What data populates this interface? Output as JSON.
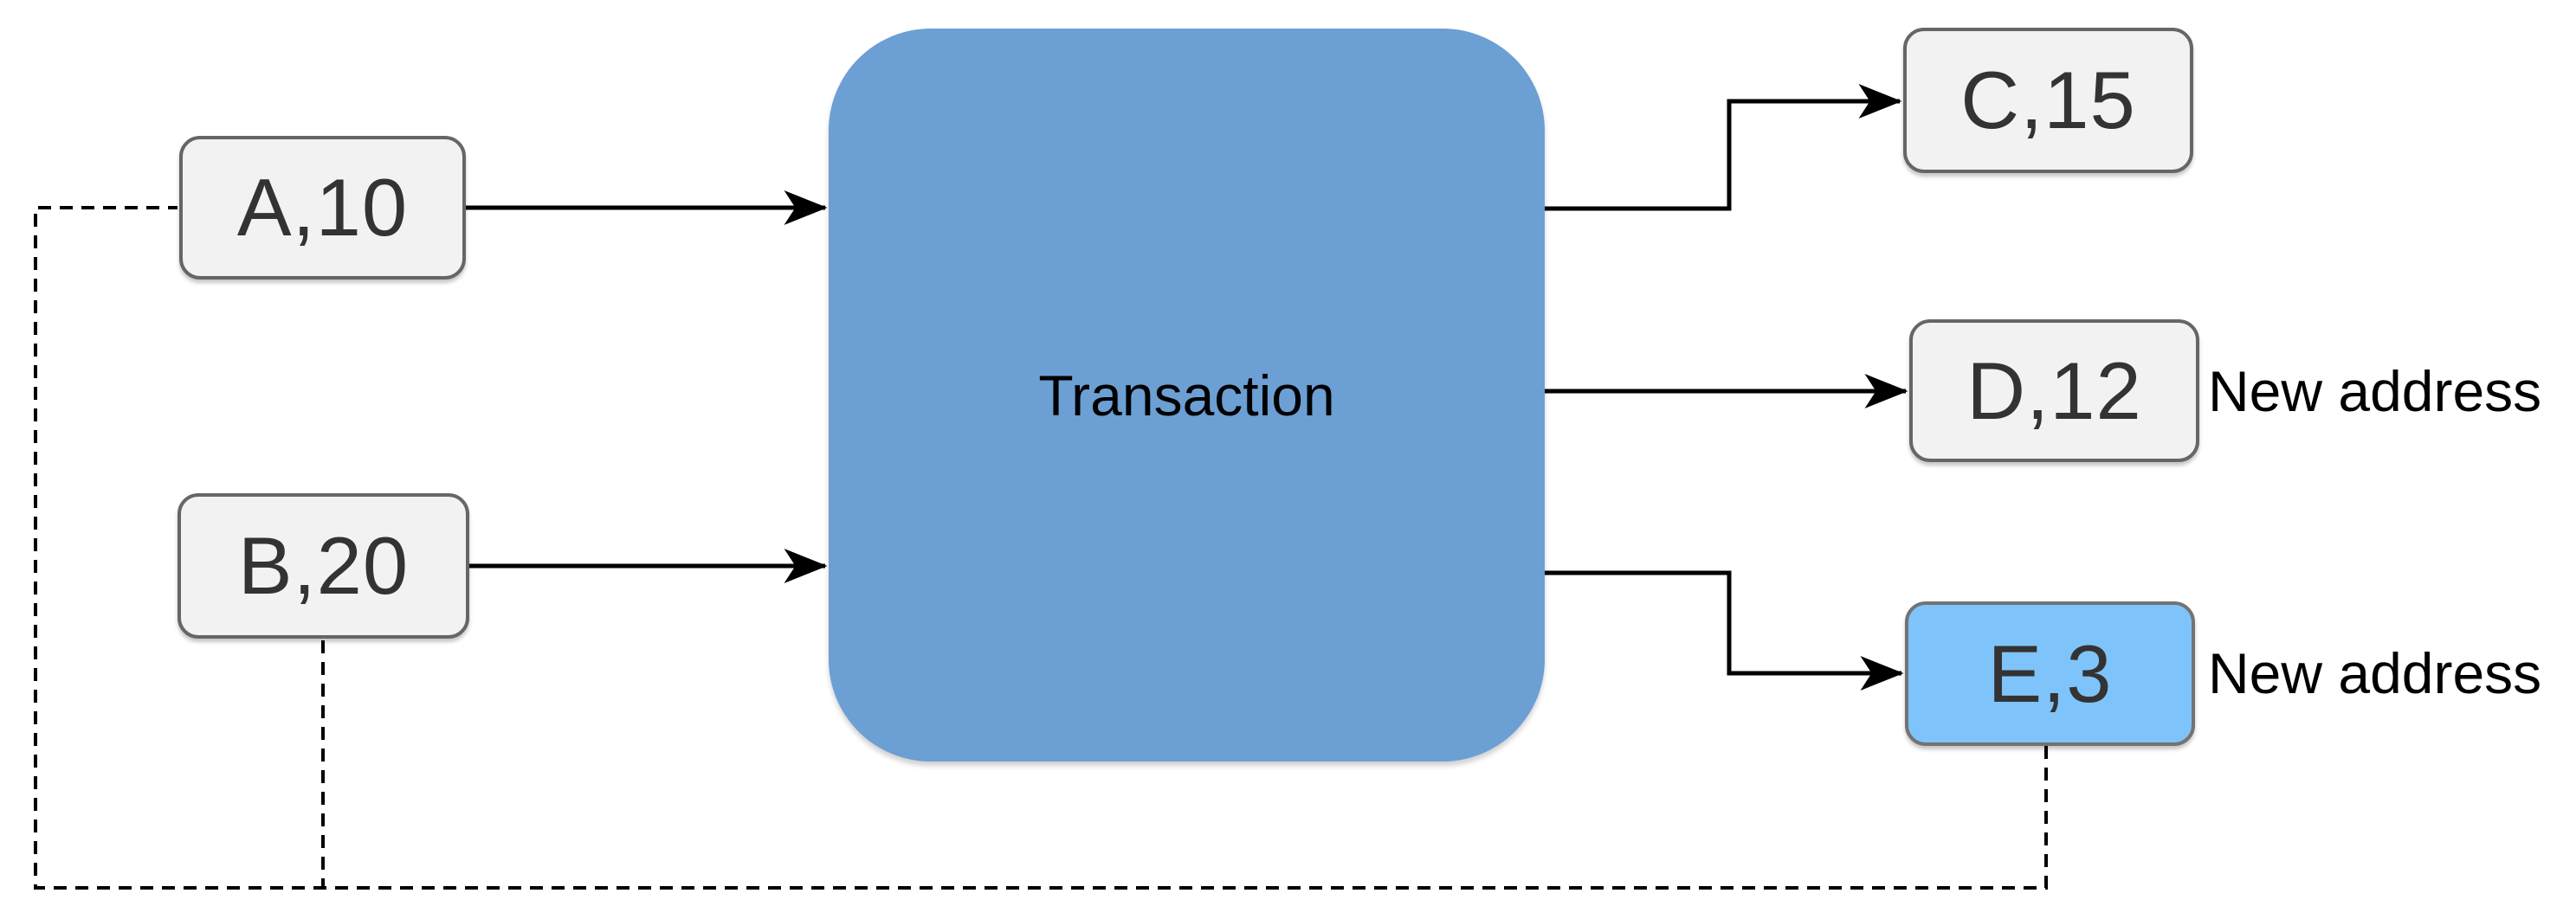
{
  "diagram": {
    "nodes": {
      "a": {
        "label": "A,10"
      },
      "b": {
        "label": "B,20"
      },
      "transaction": {
        "label": "Transaction"
      },
      "c": {
        "label": "C,15"
      },
      "d": {
        "label": "D,12"
      },
      "e": {
        "label": "E,3"
      }
    },
    "annotations": {
      "d": "New address",
      "e": "New address"
    },
    "edges": [
      {
        "from": "A,10",
        "to": "Transaction",
        "style": "solid_arrow"
      },
      {
        "from": "B,20",
        "to": "Transaction",
        "style": "solid_arrow"
      },
      {
        "from": "Transaction",
        "to": "C,15",
        "style": "solid_arrow_elbow_up"
      },
      {
        "from": "Transaction",
        "to": "D,12",
        "style": "solid_arrow_straight"
      },
      {
        "from": "Transaction",
        "to": "E,3",
        "style": "solid_arrow_elbow_down"
      },
      {
        "from": "E,3 bottom",
        "to": "A,10 left",
        "style": "dashed_return"
      },
      {
        "from": "B,20 bottom",
        "to": "dashed_return_line",
        "style": "dashed"
      }
    ],
    "colors": {
      "transaction_fill": "#6C9FD3",
      "highlight_fill": "#7EC4FA",
      "node_fill": "#F2F2F2",
      "node_border": "#666666",
      "highlight_border": "#737373",
      "connector": "#000000",
      "node_label_text": "#333333",
      "transaction_label_text": "#000000"
    }
  }
}
